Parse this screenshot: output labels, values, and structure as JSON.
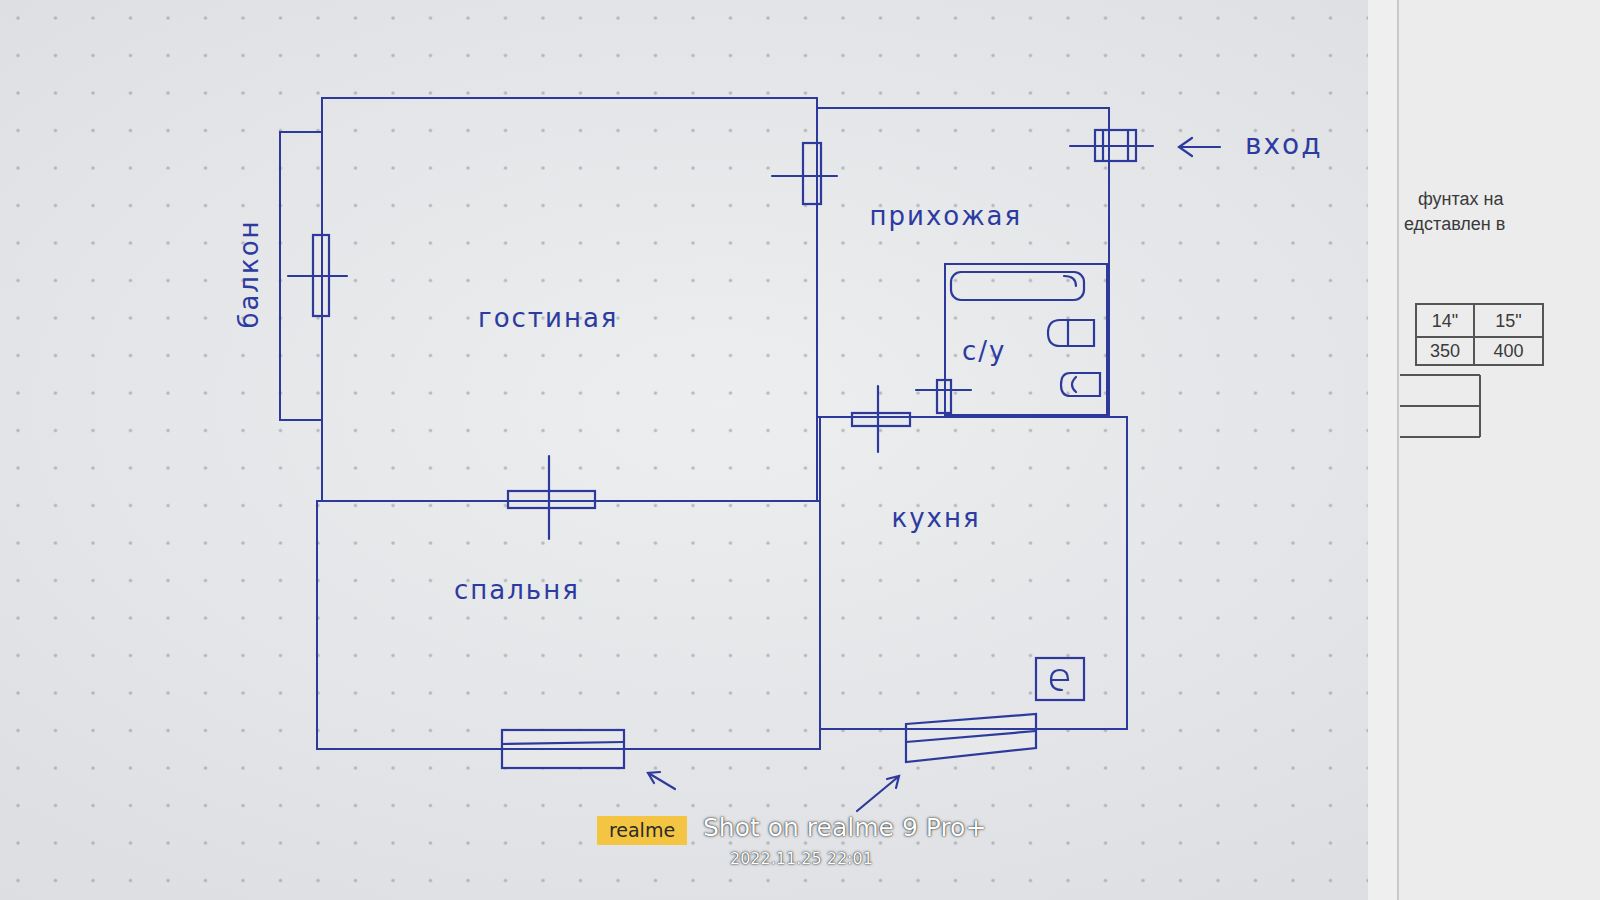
{
  "diagram": {
    "nodes": [
      {
        "text": [
          "балкон"
        ]
      },
      {
        "text": [
          "гостиная"
        ]
      },
      {
        "text": [
          "прихожая"
        ]
      },
      {
        "text": [
          "с/у"
        ],
        "in": 2
      },
      {
        "text": [
          "спальня"
        ]
      },
      {
        "text": [
          "кухня"
        ]
      }
    ],
    "labels": [
      "вход",
      "фунтах на",
      "едставлен в",
      "14\"",
      "15\"",
      "350",
      "400",
      "realme",
      "Shot on realme 9 Pro+",
      "2022.11.25 22:01"
    ]
  }
}
